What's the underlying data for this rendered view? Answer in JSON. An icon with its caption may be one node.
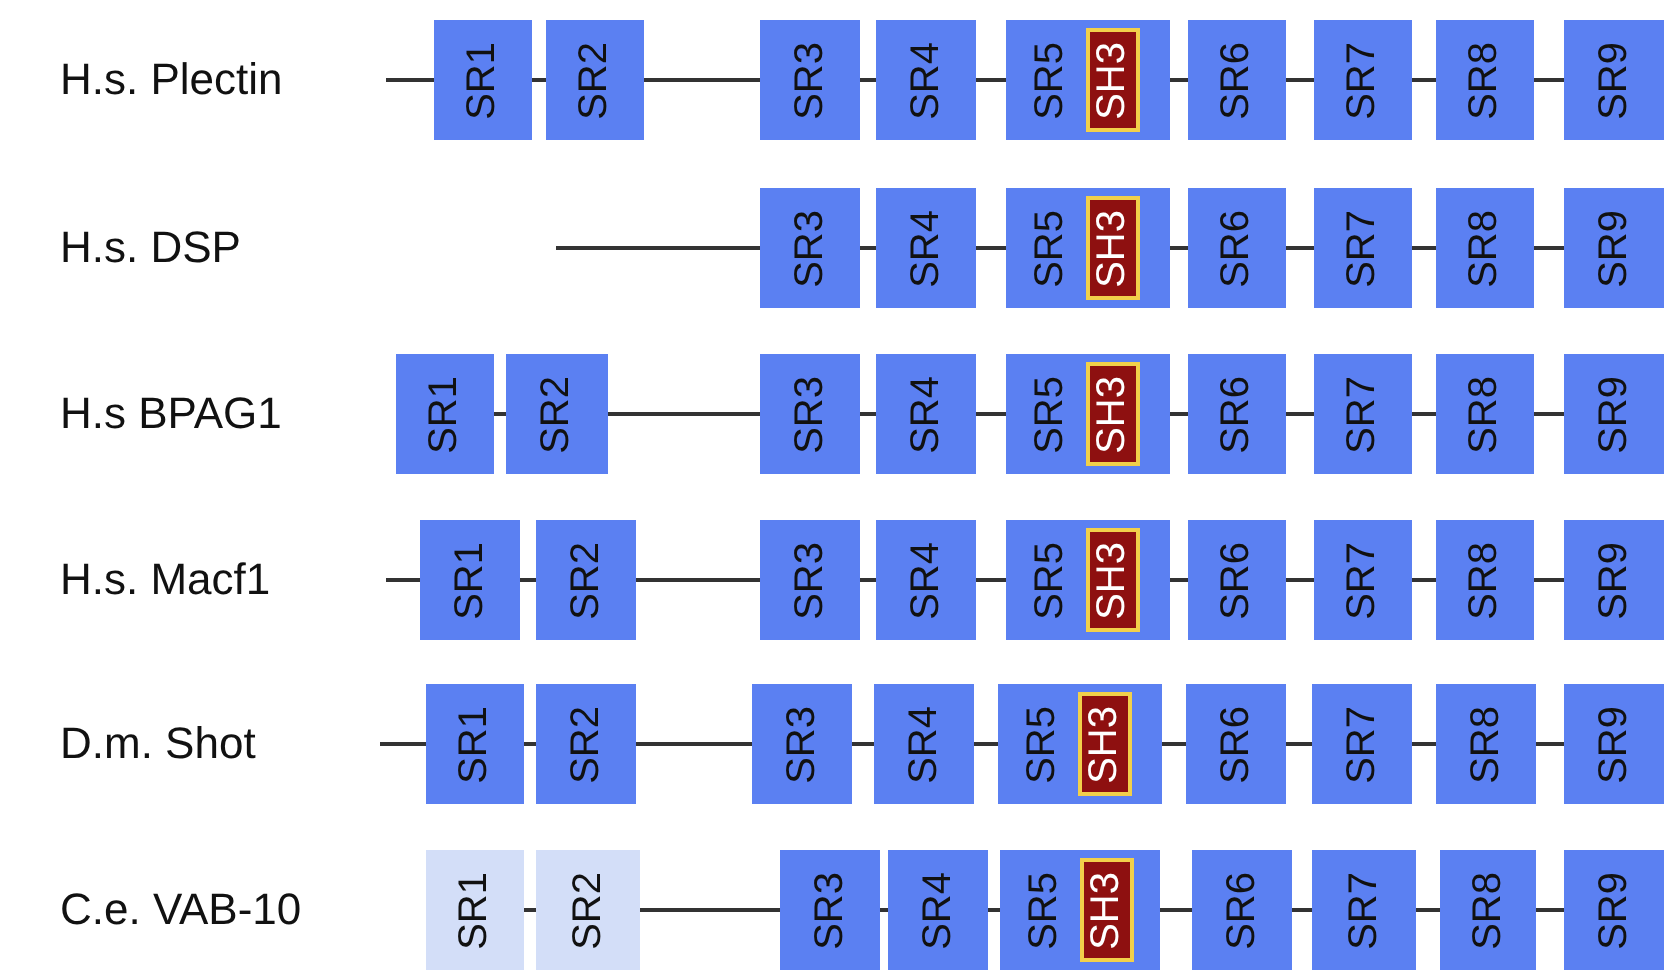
{
  "diagram": {
    "nodes": [
      {
        "text": [
          "SR1"
        ]
      },
      {
        "text": [
          "SR2"
        ]
      },
      {
        "text": [
          "SR3"
        ]
      },
      {
        "text": [
          "SR4"
        ]
      },
      {
        "text": [
          "SR5"
        ]
      },
      {
        "text": [
          "SH3"
        ],
        "in": 4
      },
      {
        "text": [
          "SR6"
        ]
      },
      {
        "text": [
          "SR7"
        ]
      },
      {
        "text": [
          "SR8"
        ]
      },
      {
        "text": [
          "SR9"
        ]
      },
      {
        "text": [
          "SR3"
        ]
      },
      {
        "text": [
          "SR4"
        ]
      },
      {
        "text": [
          "SR5"
        ]
      },
      {
        "text": [
          "SH3"
        ],
        "in": 12
      },
      {
        "text": [
          "SR6"
        ]
      },
      {
        "text": [
          "SR7"
        ]
      },
      {
        "text": [
          "SR8"
        ]
      },
      {
        "text": [
          "SR9"
        ]
      },
      {
        "text": [
          "SR1"
        ]
      },
      {
        "text": [
          "SR2"
        ]
      },
      {
        "text": [
          "SR3"
        ]
      },
      {
        "text": [
          "SR4"
        ]
      },
      {
        "text": [
          "SR5"
        ]
      },
      {
        "text": [
          "SH3"
        ],
        "in": 22
      },
      {
        "text": [
          "SR6"
        ]
      },
      {
        "text": [
          "SR7"
        ]
      },
      {
        "text": [
          "SR8"
        ]
      },
      {
        "text": [
          "SR9"
        ]
      },
      {
        "text": [
          "SR1"
        ]
      },
      {
        "text": [
          "SR2"
        ]
      },
      {
        "text": [
          "SR3"
        ]
      },
      {
        "text": [
          "SR4"
        ]
      },
      {
        "text": [
          "SR5"
        ]
      },
      {
        "text": [
          "SH3"
        ],
        "in": 32
      },
      {
        "text": [
          "SR6"
        ]
      },
      {
        "text": [
          "SR7"
        ]
      },
      {
        "text": [
          "SR8"
        ]
      },
      {
        "text": [
          "SR9"
        ]
      },
      {
        "text": [
          "SR1"
        ]
      },
      {
        "text": [
          "SR2"
        ]
      },
      {
        "text": [
          "SR3"
        ]
      },
      {
        "text": [
          "SR4"
        ]
      },
      {
        "text": [
          "SR5"
        ]
      },
      {
        "text": [
          "SH3"
        ],
        "in": 42
      },
      {
        "text": [
          "SR6"
        ]
      },
      {
        "text": [
          "SR7"
        ]
      },
      {
        "text": [
          "SR8"
        ]
      },
      {
        "text": [
          "SR9"
        ]
      },
      {
        "text": [
          "SR1"
        ]
      },
      {
        "text": [
          "SR2"
        ]
      },
      {
        "text": [
          "SR3"
        ]
      },
      {
        "text": [
          "SR4"
        ]
      },
      {
        "text": [
          "SR5"
        ]
      },
      {
        "text": [
          "SH3"
        ],
        "in": 52
      },
      {
        "text": [
          "SR6"
        ]
      },
      {
        "text": [
          "SR7"
        ]
      },
      {
        "text": [
          "SR8"
        ]
      },
      {
        "text": [
          "SR9"
        ]
      }
    ],
    "edges": [
      {
        "from": null,
        "to": 0,
        "arrow": "none"
      },
      {
        "from": 0,
        "to": 1,
        "arrow": "none"
      },
      {
        "from": 1,
        "to": 2,
        "arrow": "none"
      },
      {
        "from": 2,
        "to": 3,
        "arrow": "none"
      },
      {
        "from": 3,
        "to": 4,
        "arrow": "none"
      },
      {
        "from": 4,
        "to": 6,
        "arrow": "none"
      },
      {
        "from": 6,
        "to": 7,
        "arrow": "none"
      },
      {
        "from": 7,
        "to": 8,
        "arrow": "none"
      },
      {
        "from": 8,
        "to": 9,
        "arrow": "none"
      },
      {
        "from": null,
        "to": 10,
        "arrow": "none"
      },
      {
        "from": 10,
        "to": 11,
        "arrow": "none"
      },
      {
        "from": 11,
        "to": 12,
        "arrow": "none"
      },
      {
        "from": 12,
        "to": 14,
        "arrow": "none"
      },
      {
        "from": 14,
        "to": 15,
        "arrow": "none"
      },
      {
        "from": 15,
        "to": 16,
        "arrow": "none"
      },
      {
        "from": 16,
        "to": 17,
        "arrow": "none"
      },
      {
        "from": 18,
        "to": 19,
        "arrow": "none"
      },
      {
        "from": 19,
        "to": 20,
        "arrow": "none"
      },
      {
        "from": 20,
        "to": 21,
        "arrow": "none"
      },
      {
        "from": 21,
        "to": 22,
        "arrow": "none"
      },
      {
        "from": 22,
        "to": 24,
        "arrow": "none"
      },
      {
        "from": 24,
        "to": 25,
        "arrow": "none"
      },
      {
        "from": 25,
        "to": 26,
        "arrow": "none"
      },
      {
        "from": 26,
        "to": 27,
        "arrow": "none"
      },
      {
        "from": null,
        "to": 28,
        "arrow": "none"
      },
      {
        "from": 28,
        "to": 29,
        "arrow": "none"
      },
      {
        "from": 29,
        "to": 30,
        "arrow": "none"
      },
      {
        "from": 30,
        "to": 31,
        "arrow": "none"
      },
      {
        "from": 31,
        "to": 32,
        "arrow": "none"
      },
      {
        "from": 32,
        "to": 34,
        "arrow": "none"
      },
      {
        "from": 34,
        "to": 35,
        "arrow": "none"
      },
      {
        "from": 35,
        "to": 36,
        "arrow": "none"
      },
      {
        "from": 36,
        "to": 37,
        "arrow": "none"
      },
      {
        "from": null,
        "to": 38,
        "arrow": "none"
      },
      {
        "from": 38,
        "to": 39,
        "arrow": "none"
      },
      {
        "from": 39,
        "to": 40,
        "arrow": "none"
      },
      {
        "from": 40,
        "to": 41,
        "arrow": "none"
      },
      {
        "from": 41,
        "to": 42,
        "arrow": "none"
      },
      {
        "from": 42,
        "to": 44,
        "arrow": "none"
      },
      {
        "from": 44,
        "to": 45,
        "arrow": "none"
      },
      {
        "from": 45,
        "to": 46,
        "arrow": "none"
      },
      {
        "from": 46,
        "to": 47,
        "arrow": "none"
      },
      {
        "from": 48,
        "to": 49,
        "arrow": "none"
      },
      {
        "from": 49,
        "to": 50,
        "arrow": "none"
      },
      {
        "from": 50,
        "to": 51,
        "arrow": "none"
      },
      {
        "from": 51,
        "to": 52,
        "arrow": "none"
      },
      {
        "from": 52,
        "to": 54,
        "arrow": "none"
      },
      {
        "from": 54,
        "to": 55,
        "arrow": "none"
      },
      {
        "from": 55,
        "to": 56,
        "arrow": "none"
      },
      {
        "from": 56,
        "to": 57,
        "arrow": "none"
      }
    ],
    "labels": [
      "H.s. Plectin",
      "H.s. DSP",
      "H.s BPAG1",
      "H.s. Macf1",
      "D.m. Shot",
      "C.e. VAB-10"
    ]
  }
}
